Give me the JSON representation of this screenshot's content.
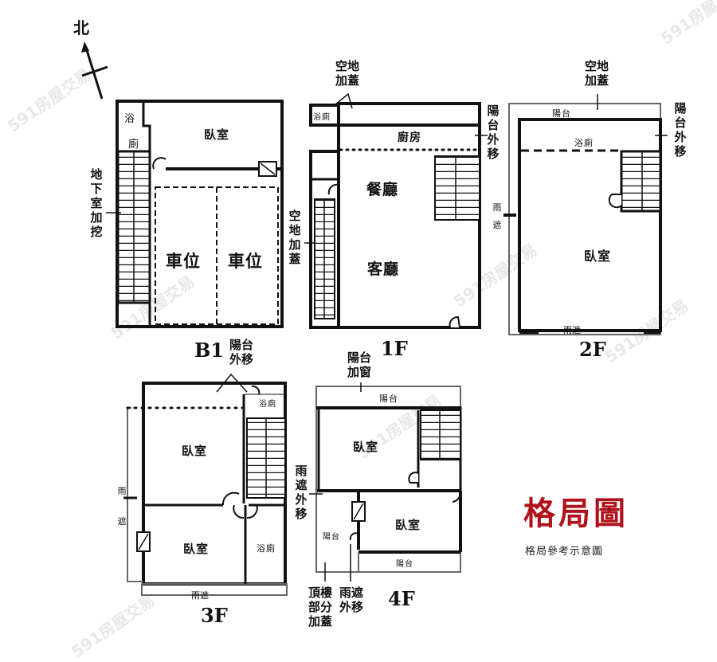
{
  "compass": {
    "label": "北",
    "icon": "north-arrow-icon"
  },
  "floors": {
    "B1": {
      "label": "B1",
      "rooms": {
        "bedroom": "臥室",
        "bath": "浴",
        "toilet": "廁",
        "parking_1": "車位",
        "parking_2": "車位"
      },
      "notes": {
        "basement_extension": "地下室加挖"
      }
    },
    "1F": {
      "label": "1F",
      "rooms": {
        "bathroom": "浴廁",
        "kitchen": "廚房",
        "dining": "餐廳",
        "living": "客廳"
      },
      "notes": {
        "top_addition": "空地加蓋",
        "side_addition": "空地加蓋",
        "balcony_moved": "陽台外移"
      }
    },
    "2F": {
      "label": "2F",
      "rooms": {
        "balcony": "陽台",
        "bathroom": "浴廁",
        "bedroom": "臥室"
      },
      "notes": {
        "top_addition": "空地加蓋",
        "balcony_moved_left": "陽台外移",
        "balcony_moved_right": "陽台外移",
        "awning_left": "雨遮",
        "awning_bottom": "雨遮"
      }
    },
    "3F": {
      "label": "3F",
      "rooms": {
        "bedroom_top": "臥室",
        "bedroom_bottom": "臥室",
        "bathroom_top": "浴廁",
        "bathroom_bottom": "浴廁"
      },
      "notes": {
        "balcony_moved": "陽台外移",
        "awning_left": "雨遮",
        "awning_bottom": "雨遮",
        "awning_moved": "雨遮外移"
      }
    },
    "4F": {
      "label": "4F",
      "rooms": {
        "balcony_top": "陽台",
        "bedroom_top": "臥室",
        "bedroom_bottom": "臥室",
        "balcony_left": "陽台",
        "balcony_bottom": "陽台"
      },
      "notes": {
        "balcony_window": "陽台加窗",
        "rooftop_addition": "頂樓部分加蓋",
        "awning_moved": "雨遮外移"
      }
    }
  },
  "legend": {
    "title": "格局圖",
    "subtitle": "格局參考示意圖",
    "title_color": "#b0121b"
  },
  "watermark": "591房屋交易"
}
